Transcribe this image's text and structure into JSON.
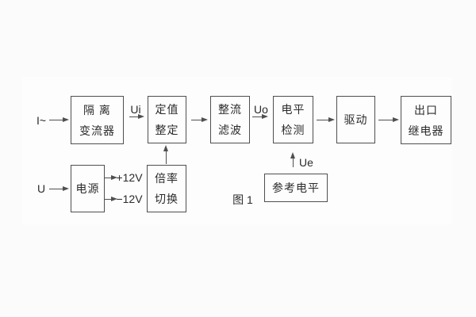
{
  "figure": {
    "caption": "图 1"
  },
  "colors": {
    "line": "#4f4f4f",
    "text": "#2b2b2b",
    "background": "#fbfbfb",
    "panel": "#fdfdfd"
  },
  "blocks": {
    "isolation": {
      "line1": "隔 离",
      "line2": "变流器"
    },
    "setting": {
      "line1": "定值",
      "line2": "整定"
    },
    "rectifier": {
      "line1": "整流",
      "line2": "滤波"
    },
    "level": {
      "line1": "电平",
      "line2": "检测"
    },
    "drive": {
      "line1": "驱动"
    },
    "output": {
      "line1": "出口",
      "line2": "继电器"
    },
    "power": {
      "line1": "电源"
    },
    "ratio": {
      "line1": "倍率",
      "line2": "切换"
    },
    "reference": {
      "line1": "参考电平"
    }
  },
  "labels": {
    "current_input": "I~",
    "voltage_input": "U",
    "ui": "Ui",
    "uo": "Uo",
    "ue": "Ue",
    "plus_12v": "+12V",
    "minus_12v": "−12V"
  }
}
